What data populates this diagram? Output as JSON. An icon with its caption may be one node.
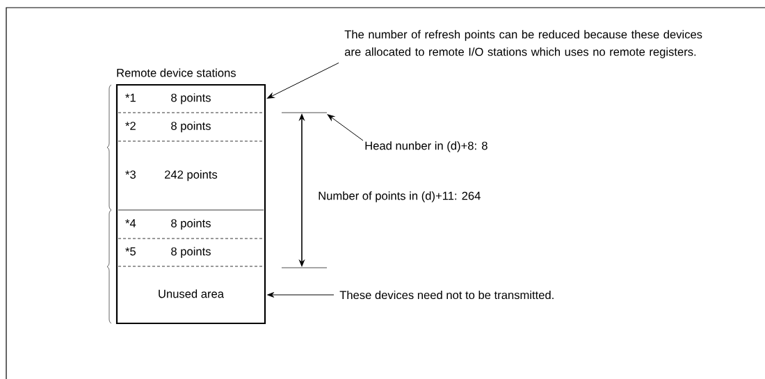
{
  "diagram": {
    "nodes": [
      {
        "text": [
          "Remote device stations"
        ]
      },
      {
        "text": [
          "*1",
          "8 points"
        ],
        "in": 0
      },
      {
        "text": [
          "*2",
          "8 points"
        ],
        "in": 0
      },
      {
        "text": [
          "*3",
          "242 points"
        ],
        "in": 0
      },
      {
        "text": [
          "*4",
          "8 points"
        ],
        "in": 0
      },
      {
        "text": [
          "*5",
          "8 points"
        ],
        "in": 0
      },
      {
        "text": [
          "Unused area"
        ],
        "in": 0
      },
      {
        "text": [
          "The number of refresh points can be reduced because these devices are allocated to remote I/O stations which uses no remote registers."
        ]
      },
      {
        "text": [
          "Head nunber in (d)+8: 8"
        ]
      },
      {
        "text": [
          "These devices need not to be transmitted."
        ]
      }
    ],
    "edges": [
      {
        "from": 7,
        "to": 1,
        "arrow": "to"
      },
      {
        "from": 8,
        "to": null,
        "arrow": "to"
      },
      {
        "from": 9,
        "to": 6,
        "arrow": "to"
      }
    ],
    "labels": [
      "Number of points in (d)+11: 264"
    ]
  }
}
